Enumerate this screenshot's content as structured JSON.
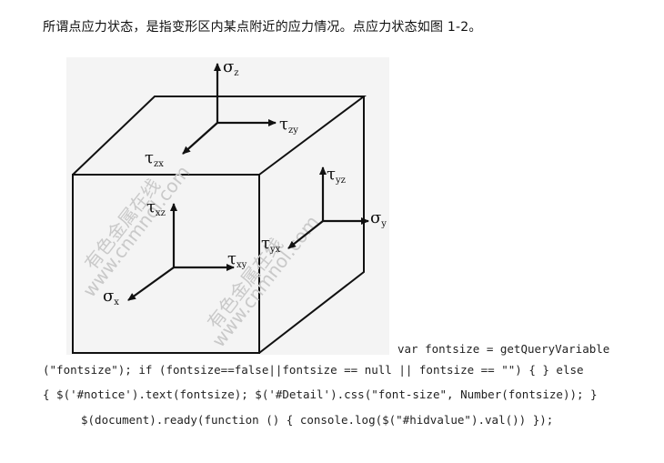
{
  "intro_text": "所谓点应力状态，是指变形区内某点附近的应力情况。点应力状态如图 1-2。",
  "figure": {
    "labels": {
      "sigma_z": "σz",
      "tau_zy": "τzy",
      "tau_zx": "τzx",
      "tau_yz": "τyz",
      "sigma_y": "σy",
      "tau_yx": "τyx",
      "tau_xz": "τxz",
      "tau_xy": "τxy",
      "sigma_x": "σx"
    },
    "watermark": {
      "line1": "有色金属在线",
      "line2": "www.cnmnol.com"
    }
  },
  "code_lines": [
    "var fontsize = getQueryVariable",
    "(\"fontsize\"); if (fontsize==false||fontsize == null || fontsize == \"\") { } else",
    "{ $('#notice').text(fontsize); $('#Detail').css(\"font-size\", Number(fontsize)); }",
    "$(document).ready(function () { console.log($(\"#hidvalue\").val()) });"
  ]
}
